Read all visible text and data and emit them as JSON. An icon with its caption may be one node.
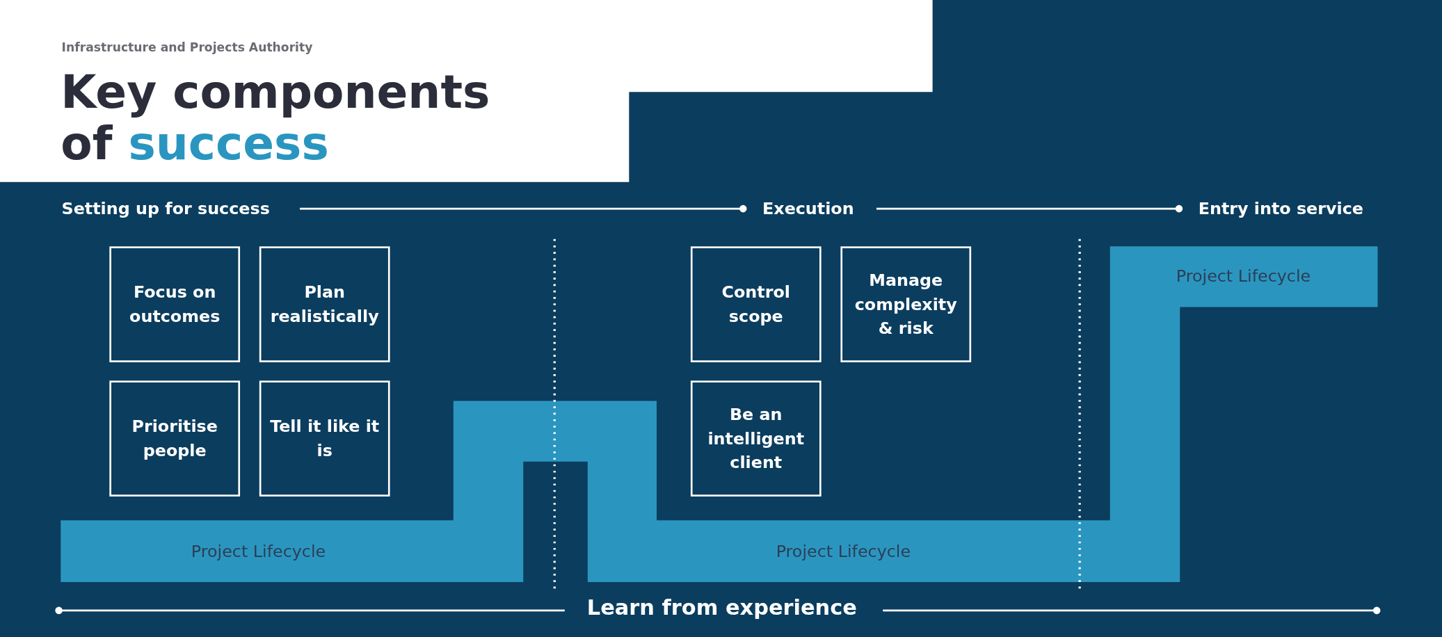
{
  "diagram": {
    "title": "Key components of success",
    "nodes": [
      {
        "text": [
          "Focus on outcomes"
        ]
      },
      {
        "text": [
          "Plan realistically"
        ]
      },
      {
        "text": [
          "Prioritise people"
        ]
      },
      {
        "text": [
          "Tell it like it is"
        ]
      },
      {
        "text": [
          "Control scope"
        ]
      },
      {
        "text": [
          "Manage complexity & risk"
        ]
      },
      {
        "text": [
          "Be an intelligent client"
        ]
      }
    ],
    "edges": [],
    "labels": [
      "Infrastructure and Projects Authority",
      "Setting up for success",
      "Execution",
      "Entry into service",
      "Project Lifecycle",
      "Project Lifecycle",
      "Project Lifecycle",
      "Learn from experience"
    ]
  }
}
